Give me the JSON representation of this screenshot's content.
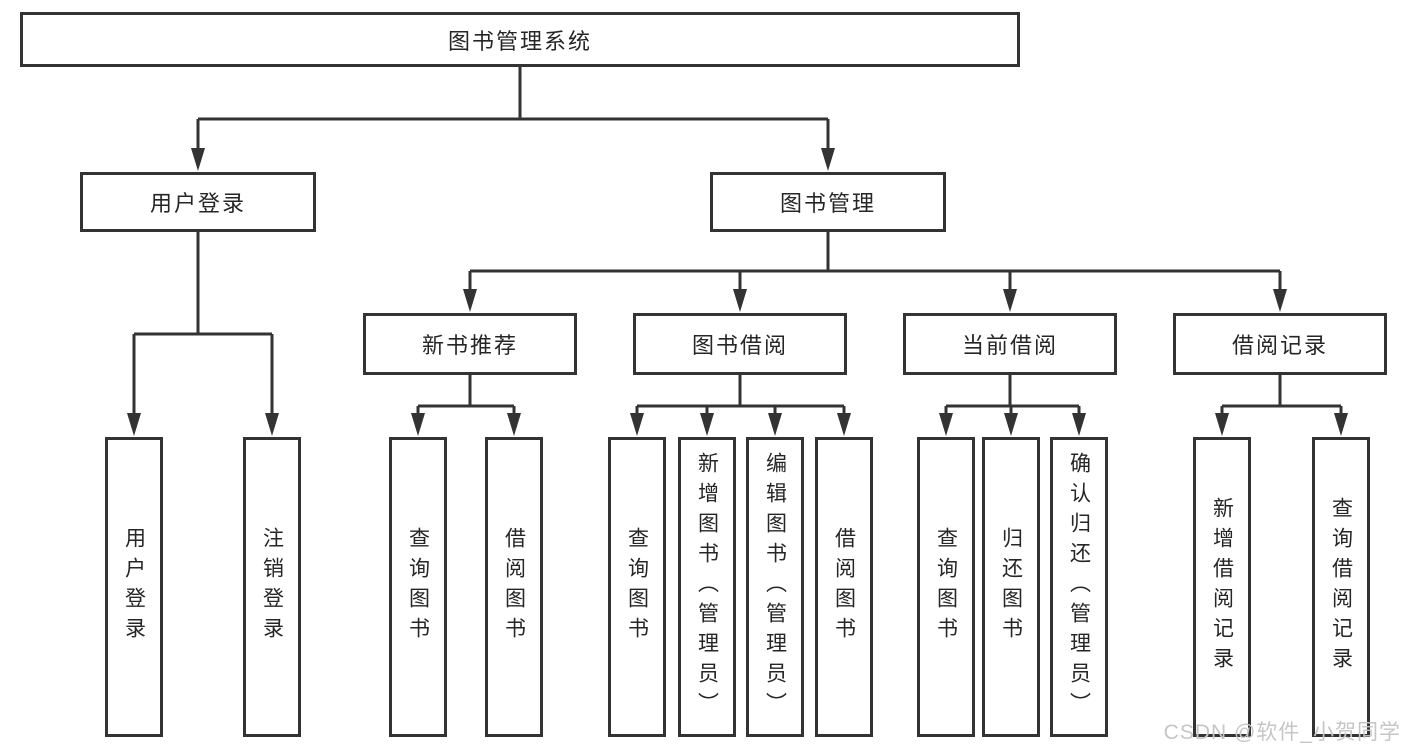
{
  "diagram": {
    "type": "hierarchy-flowchart",
    "root": {
      "label": "图书管理系统"
    },
    "branches": [
      {
        "label": "用户登录",
        "children": [
          {
            "label": "用户登录"
          },
          {
            "label": "注销登录"
          }
        ]
      },
      {
        "label": "图书管理",
        "sections": [
          {
            "label": "新书推荐",
            "children": [
              {
                "label": "查询图书"
              },
              {
                "label": "借阅图书"
              }
            ]
          },
          {
            "label": "图书借阅",
            "children": [
              {
                "label": "查询图书"
              },
              {
                "label": "新增图书（管理员）"
              },
              {
                "label": "编辑图书（管理员）"
              },
              {
                "label": "借阅图书"
              }
            ]
          },
          {
            "label": "当前借阅",
            "children": [
              {
                "label": "查询图书"
              },
              {
                "label": "归还图书"
              },
              {
                "label": "确认归还（管理员）"
              }
            ]
          },
          {
            "label": "借阅记录",
            "children": [
              {
                "label": "新增借阅记录"
              },
              {
                "label": "查询借阅记录"
              }
            ]
          }
        ]
      }
    ]
  },
  "watermark": {
    "text": "CSDN @软件_小贺同学"
  },
  "colors": {
    "line": "#333333",
    "text": "#262626",
    "watermark": "#c6c6c6",
    "background": "#ffffff"
  }
}
